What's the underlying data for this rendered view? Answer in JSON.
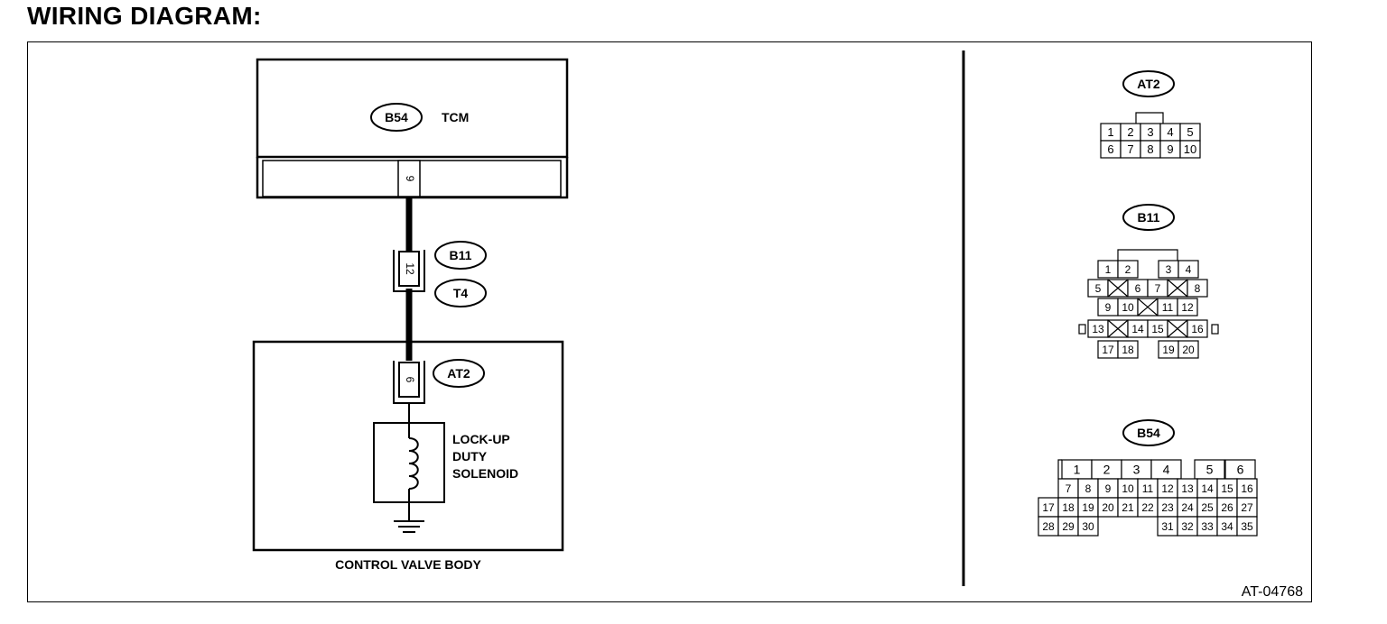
{
  "title": "WIRING DIAGRAM:",
  "tcm": {
    "connector": "B54",
    "label": "TCM",
    "pin": "9"
  },
  "joint": {
    "pin": "12",
    "connectors": [
      "B11",
      "T4"
    ]
  },
  "valve_body": {
    "connector": "AT2",
    "pin": "6",
    "component": [
      "LOCK-UP",
      "DUTY",
      "SOLENOID"
    ],
    "label": "CONTROL VALVE BODY"
  },
  "connector_views": {
    "at2": {
      "name": "AT2",
      "rows": [
        [
          "1",
          "2",
          "3",
          "4",
          "5"
        ],
        [
          "6",
          "7",
          "8",
          "9",
          "10"
        ]
      ]
    },
    "b11": {
      "name": "B11",
      "rows": [
        [
          "1",
          "2",
          "",
          "3",
          "4"
        ],
        [
          "5",
          "X",
          "6",
          "7",
          "X",
          "8"
        ],
        [
          "9",
          "10",
          "X",
          "11",
          "12"
        ],
        [
          "13",
          "X",
          "14",
          "15",
          "X",
          "16"
        ],
        [
          "17",
          "18",
          "",
          "19",
          "20"
        ]
      ]
    },
    "b54": {
      "name": "B54",
      "rows": [
        [
          "1",
          "2",
          "3",
          "4",
          "5",
          "6"
        ],
        [
          "7",
          "8",
          "9",
          "10",
          "11",
          "12",
          "13",
          "14",
          "15",
          "16"
        ],
        [
          "17",
          "18",
          "19",
          "20",
          "21",
          "22",
          "23",
          "24",
          "25",
          "26",
          "27"
        ],
        [
          "28",
          "29",
          "30",
          "31",
          "32",
          "33",
          "34",
          "35"
        ]
      ]
    }
  },
  "ref_code": "AT-04768"
}
